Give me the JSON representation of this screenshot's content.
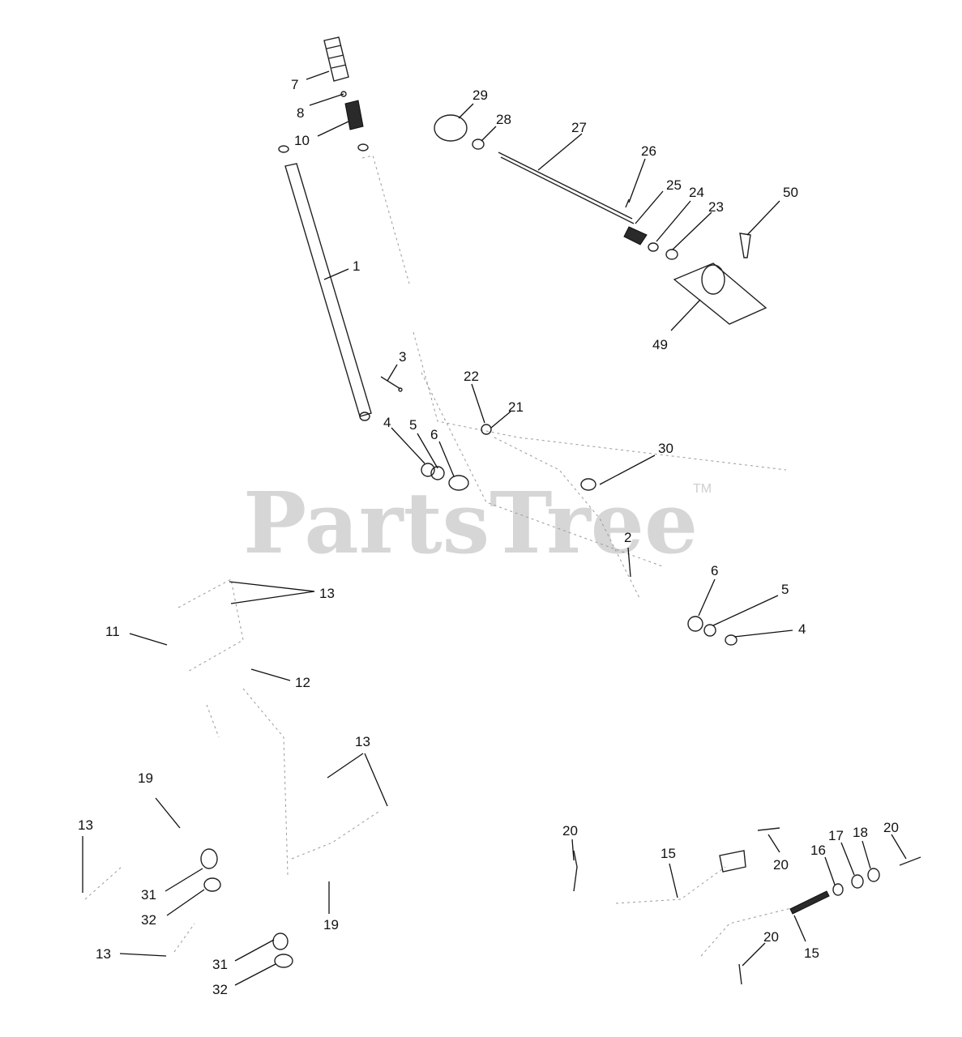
{
  "watermark": {
    "text": "PartsTree",
    "trademark": "TM"
  },
  "callouts": {
    "c1": "1",
    "c2": "2",
    "c3": "3",
    "c4a": "4",
    "c4b": "4",
    "c5a": "5",
    "c5b": "5",
    "c6a": "6",
    "c6b": "6",
    "c7": "7",
    "c8": "8",
    "c10": "10",
    "c11": "11",
    "c12": "12",
    "c13a": "13",
    "c13b": "13",
    "c13c": "13",
    "c13d": "13",
    "c15a": "15",
    "c15b": "15",
    "c16": "16",
    "c17": "17",
    "c18": "18",
    "c19a": "19",
    "c19b": "19",
    "c20a": "20",
    "c20b": "20",
    "c20c": "20",
    "c20d": "20",
    "c21": "21",
    "c22": "22",
    "c23": "23",
    "c24": "24",
    "c25": "25",
    "c26": "26",
    "c27": "27",
    "c28": "28",
    "c29": "29",
    "c30": "30",
    "c31a": "31",
    "c31b": "31",
    "c32a": "32",
    "c32b": "32",
    "c49": "49",
    "c50": "50"
  }
}
